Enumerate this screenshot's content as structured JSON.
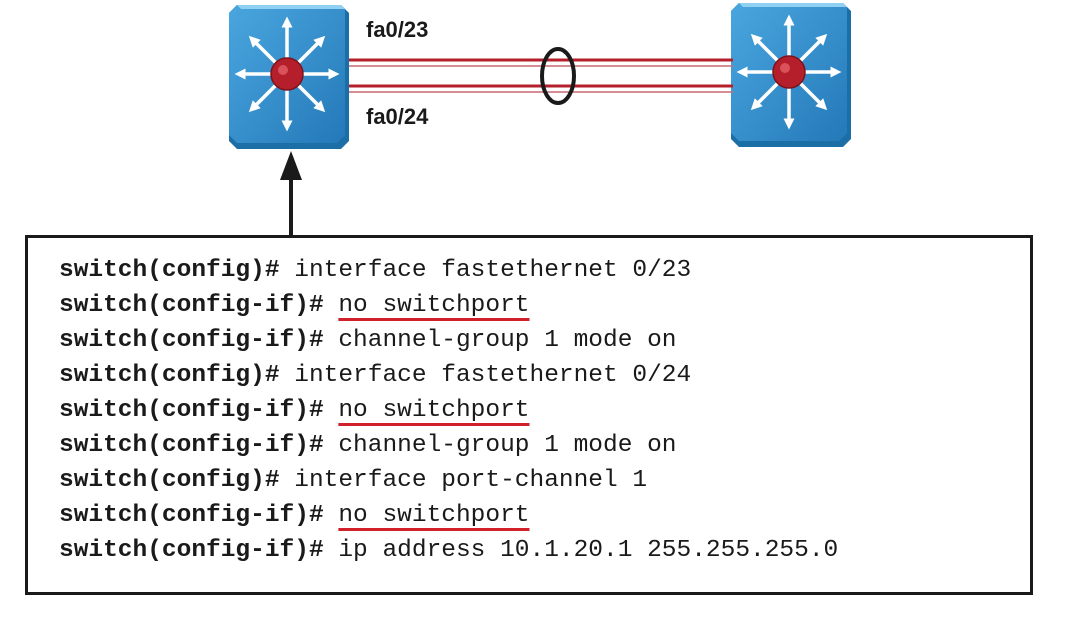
{
  "diagram": {
    "switches": [
      {
        "id": "switch-left",
        "icon": "multilayer-switch-icon"
      },
      {
        "id": "switch-right",
        "icon": "multilayer-switch-icon"
      }
    ],
    "ports": {
      "top": "fa0/23",
      "bottom": "fa0/24"
    },
    "colors": {
      "switch_body": "#2f8fcf",
      "switch_top": "#6cc0ee",
      "switch_side": "#1c6ea6",
      "switch_center": "#b51f2b",
      "link": "#b51f2b",
      "underline": "#d0202a"
    }
  },
  "config": {
    "lines": [
      {
        "prompt": "switch(config)#",
        "command": "interface fastethernet 0/23",
        "underlined": false
      },
      {
        "prompt": "switch(config-if)#",
        "command": "no switchport",
        "underlined": true
      },
      {
        "prompt": "switch(config-if)#",
        "command": "channel-group 1 mode on",
        "underlined": false
      },
      {
        "prompt": "switch(config)#",
        "command": "interface fastethernet 0/24",
        "underlined": false
      },
      {
        "prompt": "switch(config-if)#",
        "command": "no switchport",
        "underlined": true
      },
      {
        "prompt": "switch(config-if)#",
        "command": "channel-group 1 mode on",
        "underlined": false
      },
      {
        "prompt": "switch(config)#",
        "command": "interface port-channel 1",
        "underlined": false
      },
      {
        "prompt": "switch(config-if)#",
        "command": "no switchport",
        "underlined": true
      },
      {
        "prompt": "switch(config-if)#",
        "command": "ip address 10.1.20.1 255.255.255.0",
        "underlined": false
      }
    ]
  }
}
